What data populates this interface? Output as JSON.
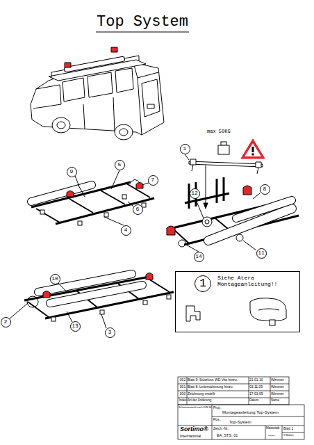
{
  "diagram": {
    "title": "Top System",
    "nodes": [
      {
        "text": [
          "1"
        ]
      },
      {
        "text": [
          "5"
        ]
      },
      {
        "text": [
          "9"
        ]
      },
      {
        "text": [
          "7"
        ]
      },
      {
        "text": [
          "8"
        ]
      },
      {
        "text": [
          "12"
        ]
      },
      {
        "text": [
          "6"
        ]
      },
      {
        "text": [
          "4"
        ]
      },
      {
        "text": [
          "11"
        ]
      },
      {
        "text": [
          "14"
        ]
      },
      {
        "text": [
          "Siehe Atera Montageanleitung!!"
        ]
      },
      {
        "text": [
          "1"
        ],
        "in": 10
      },
      {
        "text": [
          "10"
        ]
      },
      {
        "text": [
          "2"
        ]
      },
      {
        "text": [
          "13"
        ]
      },
      {
        "text": [
          "3"
        ]
      }
    ],
    "labels": [
      "max 50KG",
      "002",
      "Blatt 9: Stützfuss WD Vito hinzu.",
      "21.01.10",
      "Wimmer",
      "001",
      "Blatt 8: Leitersicherung hinzu.",
      "03.11.09",
      "Wimmer",
      "000",
      "Zeichnung erstellt",
      "17.03.09",
      "Wimmer",
      "Index",
      "Art der Änderung",
      "Datum",
      "Name",
      "Schutzvermerk nach DIN 34",
      "Proj.:",
      "Montageanleitung Top-System",
      "Pos.:",
      "Top-System",
      "Sortimo®",
      "International",
      "Zeich.-Nr.:",
      "EA_STS_01",
      "Massstab",
      "——",
      "Blatt 1",
      "9 Blätter"
    ]
  }
}
